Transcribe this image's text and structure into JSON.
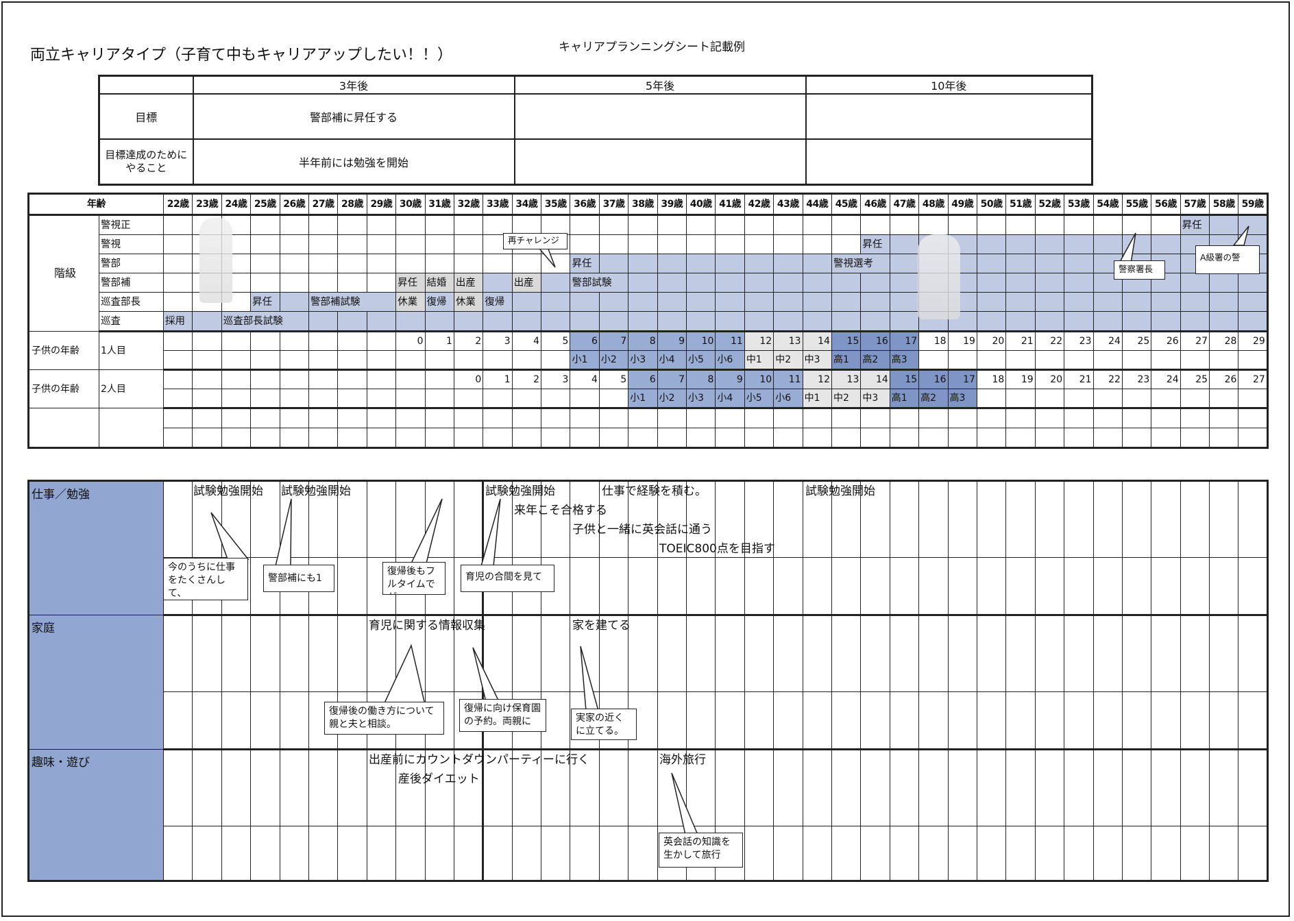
{
  "page_title": "両立キャリアタイプ（子育て中もキャリアアップしたい！！）",
  "sheet_title": "キャリアプランニングシート記載例",
  "goals": {
    "periods": [
      "3年後",
      "5年後",
      "10年後"
    ],
    "rows": [
      {
        "label": "目標",
        "values": [
          "警部補に昇任する",
          "",
          ""
        ]
      },
      {
        "label": "目標達成のためにやること",
        "values": [
          "半年前には勉強を開始",
          "",
          ""
        ]
      }
    ]
  },
  "timeline": {
    "age_header": "年齢",
    "ages": [
      "22歳",
      "23歳",
      "24歳",
      "25歳",
      "26歳",
      "27歳",
      "28歳",
      "29歳",
      "30歳",
      "31歳",
      "32歳",
      "33歳",
      "34歳",
      "35歳",
      "36歳",
      "37歳",
      "38歳",
      "39歳",
      "40歳",
      "41歳",
      "42歳",
      "43歳",
      "44歳",
      "45歳",
      "46歳",
      "47歳",
      "48歳",
      "49歳",
      "50歳",
      "51歳",
      "52歳",
      "53歳",
      "54歳",
      "55歳",
      "56歳",
      "57歳",
      "58歳",
      "59歳"
    ],
    "rank_group": "階級",
    "ranks": [
      "警視正",
      "警視",
      "警部",
      "警部補",
      "巡査部長",
      "巡査"
    ],
    "rank_events": {
      "r0_35": "昇任",
      "r1_24": "昇任",
      "r2_14": "昇任",
      "r2_23": "警視選考",
      "r3_8": "昇任",
      "r3_9": "結婚",
      "r3_10": "出産",
      "r3_12": "出産",
      "r3_14": "警部試験",
      "r4_3": "昇任",
      "r4_5": "警部補試験",
      "r4_8": "休業",
      "r4_9": "復帰",
      "r4_10": "休業",
      "r4_11": "復帰",
      "r5_0": "採用",
      "r5_2": "巡査部長試験"
    },
    "child_group": "子供の年齢",
    "child1_label": "1人目",
    "child2_label": "2人目",
    "child1_ages": [
      "0",
      "1",
      "2",
      "3",
      "4",
      "5",
      "6",
      "7",
      "8",
      "9",
      "10",
      "11",
      "12",
      "13",
      "14",
      "15",
      "16",
      "17",
      "18",
      "19",
      "20",
      "21",
      "22",
      "23",
      "24",
      "25",
      "26",
      "27",
      "28",
      "29"
    ],
    "child1_school": [
      "小1",
      "小2",
      "小3",
      "小4",
      "小5",
      "小6",
      "中1",
      "中2",
      "中3",
      "高1",
      "高2",
      "高3"
    ],
    "child2_ages": [
      "0",
      "1",
      "2",
      "3",
      "4",
      "5",
      "6",
      "7",
      "8",
      "9",
      "10",
      "11",
      "12",
      "13",
      "14",
      "15",
      "16",
      "17",
      "18",
      "19",
      "20",
      "21",
      "22",
      "23",
      "24",
      "25",
      "26",
      "27"
    ],
    "child2_school": [
      "小1",
      "小2",
      "小3",
      "小4",
      "小5",
      "小6",
      "中1",
      "中2",
      "中3",
      "高1",
      "高2",
      "高3"
    ],
    "callouts": {
      "rechallenge": "再チャレンジ",
      "chief": "警察署長",
      "a_class": "A級署の警"
    }
  },
  "plan": {
    "categories": [
      "仕事／勉強",
      "家庭",
      "趣味・遊び"
    ],
    "work": {
      "t1": "試験勉強開始",
      "t2": "試験勉強開始",
      "t3": "試験勉強開始",
      "t4": "仕事で経験を積む。",
      "t5": "試験勉強開始",
      "t6": "来年こそ合格する",
      "t7": "子供と一緒に英会話に通う",
      "t8": "TOEIC800点を目指す",
      "b1": "今のうちに仕事をたくさんして、",
      "b2": "警部補にも1",
      "b3": "復帰後もフルタイムでが",
      "b4": "育児の合間を見て"
    },
    "home": {
      "t1": "育児に関する情報収集",
      "t2": "家を建てる",
      "b1": "復帰後の働き方について親と夫と相談。",
      "b2": "復帰に向け保育園の予約。両親に",
      "b3": "実家の近くに立てる。"
    },
    "hobby": {
      "t1": "出産前にカウントダウンパーティーに行く",
      "t2": "産後ダイエット",
      "t3": "海外旅行",
      "b1": "英会話の知識を生かして旅行"
    }
  }
}
